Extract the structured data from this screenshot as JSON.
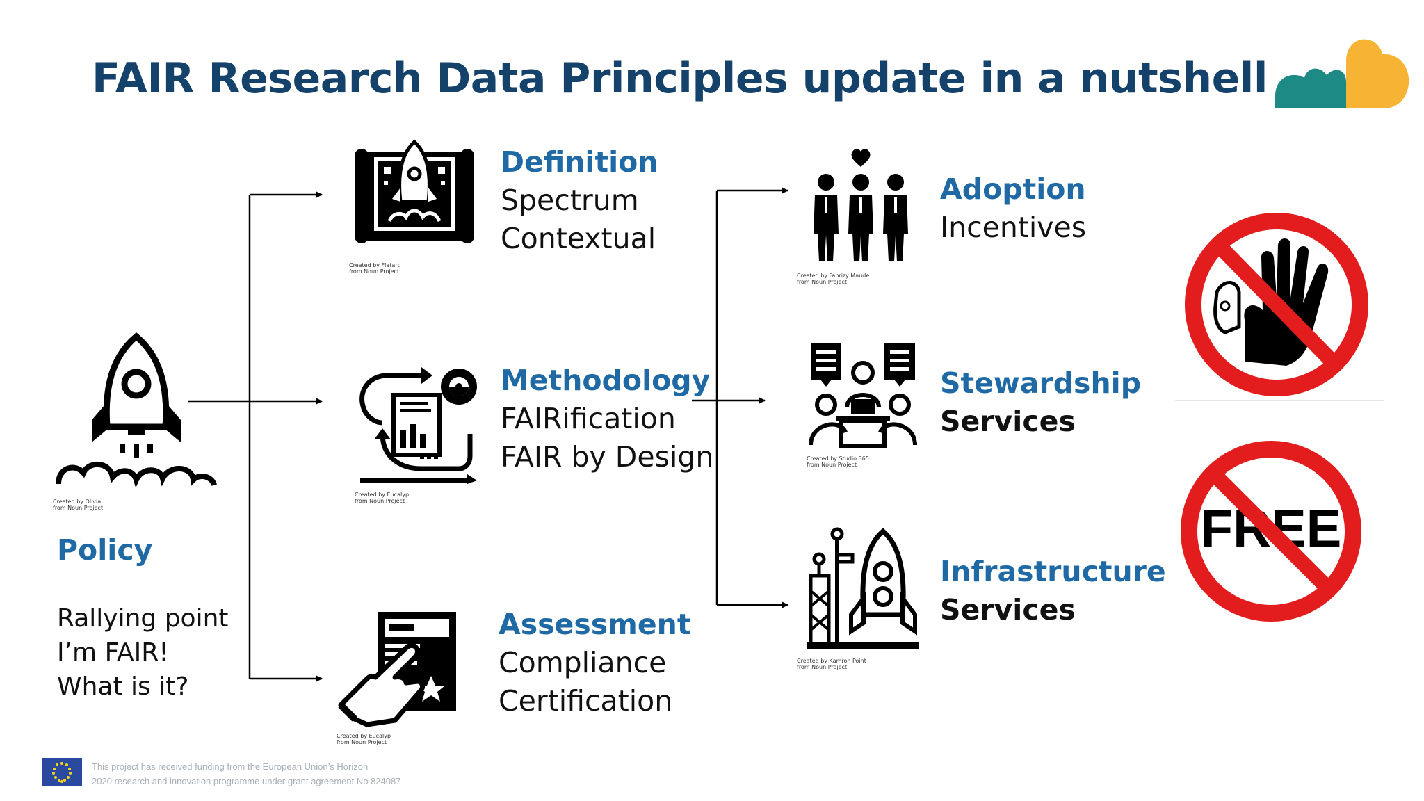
{
  "title": "FAIR Research Data Principles update in a nutshell",
  "policy": {
    "heading": "Policy",
    "lines": [
      "Rallying point",
      "I’m FAIR!",
      "What is it?"
    ]
  },
  "definition": {
    "heading": "Definition",
    "lines": [
      "Spectrum",
      "Contextual"
    ]
  },
  "methodology": {
    "heading": "Methodology",
    "lines": [
      "FAIRification",
      "FAIR by Design"
    ]
  },
  "assessment": {
    "heading": "Assessment",
    "lines": [
      "Compliance",
      "Certification"
    ]
  },
  "adoption": {
    "heading": "Adoption",
    "lines": [
      "Incentives"
    ]
  },
  "stewardship": {
    "heading": "Stewardship",
    "lines": [
      "Services"
    ]
  },
  "infrastructure": {
    "heading": "Infrastructure",
    "lines": [
      "Services"
    ]
  },
  "free_sign": {
    "text": "FREE"
  },
  "credits": {
    "policy": [
      "Created by Olivia",
      "from Noun Project"
    ],
    "definition": [
      "Created by Flatart",
      "from Noun Project"
    ],
    "methodology": [
      "Created by Eucalyp",
      "from Noun Project"
    ],
    "assessment": [
      "Created by Eucalyp",
      "from Noun Project"
    ],
    "adoption": [
      "Created by Fabrizy Maude",
      "from Noun Project"
    ],
    "stewardship": [
      "Created by Studio 365",
      "from Noun Project"
    ],
    "infrastructure": [
      "Created by Kamron Point",
      "from Noun Project"
    ]
  },
  "footer": {
    "lines": [
      "This project has received funding from the European Union’s Horizon",
      "2020 research and innovation programme under grant agreement No 824087"
    ]
  },
  "colors": {
    "title": "#15426b",
    "heading": "#1f6aa5",
    "logo_teal": "#1e8a86",
    "logo_yellow": "#f7b334",
    "stop_red": "#e31d1d",
    "eu_blue": "#2a4aa0"
  },
  "icons": [
    "logo-cloud-icon",
    "rocket-launch-icon",
    "blueprint-rocket-icon",
    "methodology-cycle-icon",
    "assessment-hand-icon",
    "people-group-icon",
    "meeting-icon",
    "launchpad-rocket-icon",
    "stop-hand-sign-icon",
    "no-free-sign-icon",
    "eu-flag-icon"
  ]
}
